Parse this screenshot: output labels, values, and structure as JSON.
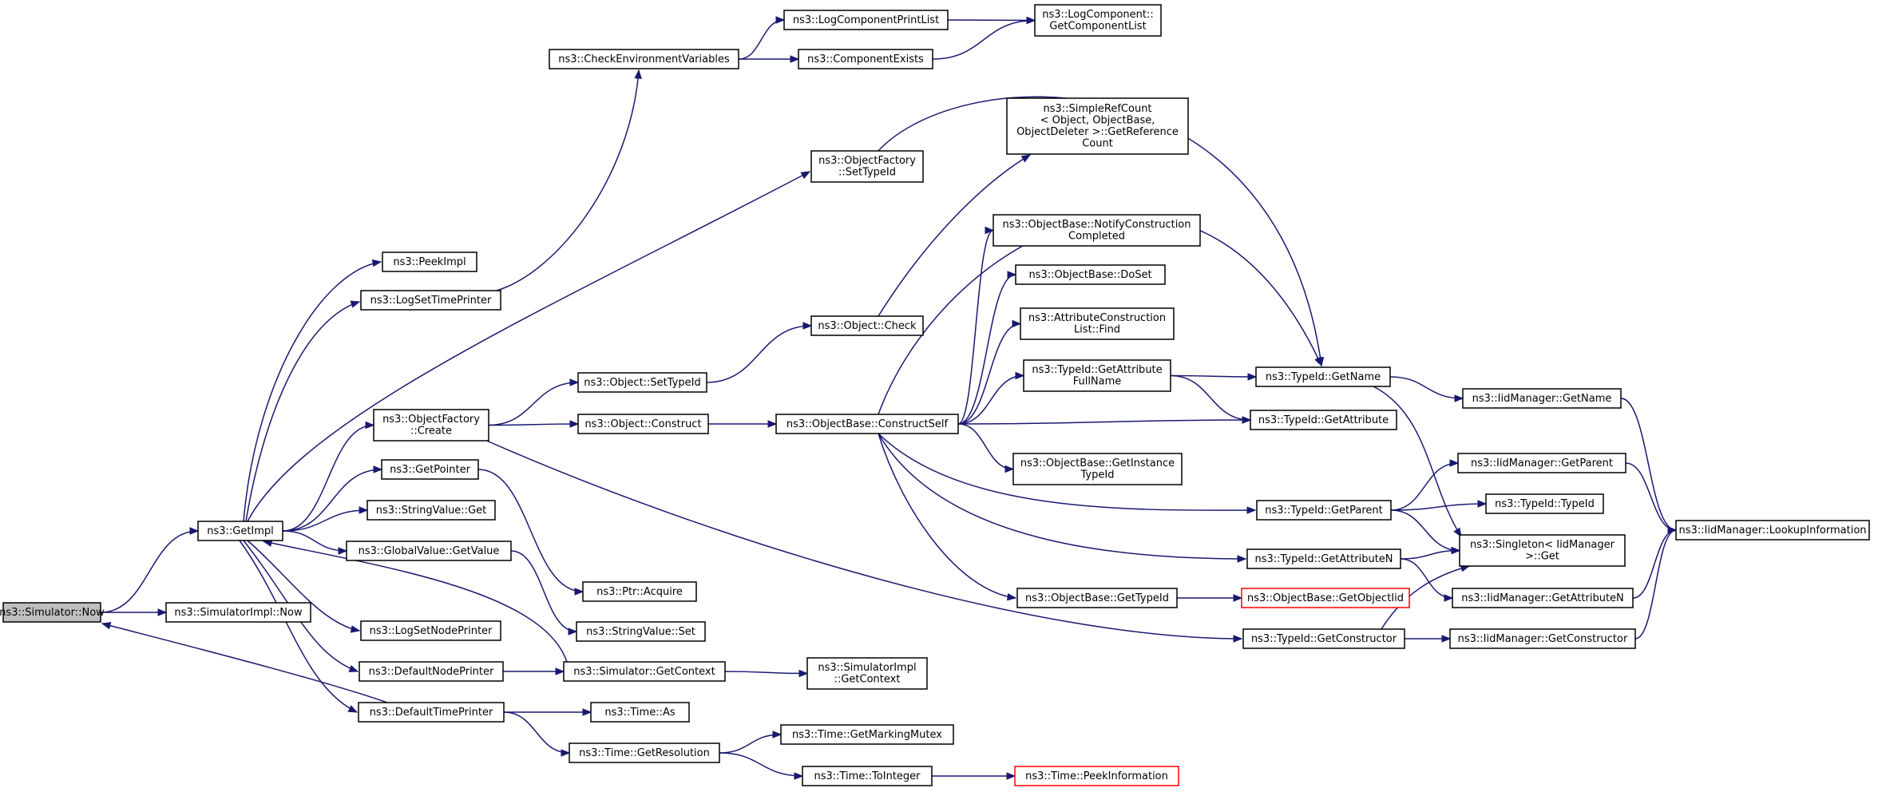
{
  "graph": {
    "nodes": [
      {
        "id": "now",
        "lines": [
          "ns3::Simulator::Now"
        ],
        "style": "highlight"
      },
      {
        "id": "getimpl",
        "lines": [
          "ns3::GetImpl"
        ]
      },
      {
        "id": "implnow",
        "lines": [
          "ns3::SimulatorImpl::Now"
        ]
      },
      {
        "id": "peekimpl",
        "lines": [
          "ns3::PeekImpl"
        ]
      },
      {
        "id": "logsettp",
        "lines": [
          "ns3::LogSetTimePrinter"
        ]
      },
      {
        "id": "checkenv",
        "lines": [
          "ns3::CheckEnvironmentVariables"
        ]
      },
      {
        "id": "logcpl",
        "lines": [
          "ns3::LogComponentPrintList"
        ]
      },
      {
        "id": "compexists",
        "lines": [
          "ns3::ComponentExists"
        ]
      },
      {
        "id": "getcomplist",
        "lines": [
          "ns3::LogComponent::",
          "GetComponentList"
        ]
      },
      {
        "id": "ofsettid",
        "lines": [
          "ns3::ObjectFactory",
          "::SetTypeId"
        ]
      },
      {
        "id": "ofcreate",
        "lines": [
          "ns3::ObjectFactory",
          "::Create"
        ]
      },
      {
        "id": "getpointer",
        "lines": [
          "ns3::GetPointer"
        ]
      },
      {
        "id": "strvalget",
        "lines": [
          "ns3::StringValue::Get"
        ]
      },
      {
        "id": "gvgetvalue",
        "lines": [
          "ns3::GlobalValue::GetValue"
        ]
      },
      {
        "id": "logsetnp",
        "lines": [
          "ns3::LogSetNodePrinter"
        ]
      },
      {
        "id": "defnp",
        "lines": [
          "ns3::DefaultNodePrinter"
        ]
      },
      {
        "id": "deftp",
        "lines": [
          "ns3::DefaultTimePrinter"
        ]
      },
      {
        "id": "objsettid",
        "lines": [
          "ns3::Object::SetTypeId"
        ]
      },
      {
        "id": "objconstruct",
        "lines": [
          "ns3::Object::Construct"
        ]
      },
      {
        "id": "ptracquire",
        "lines": [
          "ns3::Ptr::Acquire"
        ]
      },
      {
        "id": "strvalset",
        "lines": [
          "ns3::StringValue::Set"
        ]
      },
      {
        "id": "simgetctx",
        "lines": [
          "ns3::Simulator::GetContext"
        ]
      },
      {
        "id": "timeas",
        "lines": [
          "ns3::Time::As"
        ]
      },
      {
        "id": "timegetres",
        "lines": [
          "ns3::Time::GetResolution"
        ]
      },
      {
        "id": "objcheck",
        "lines": [
          "ns3::Object::Check"
        ]
      },
      {
        "id": "obconstructself",
        "lines": [
          "ns3::ObjectBase::ConstructSelf"
        ]
      },
      {
        "id": "implgetctx",
        "lines": [
          "ns3::SimulatorImpl",
          "::GetContext"
        ]
      },
      {
        "id": "timegmm",
        "lines": [
          "ns3::Time::GetMarkingMutex"
        ]
      },
      {
        "id": "timetoint",
        "lines": [
          "ns3::Time::ToInteger"
        ]
      },
      {
        "id": "simplerefcount",
        "lines": [
          "ns3::SimpleRefCount",
          "< Object, ObjectBase,",
          "ObjectDeleter >::GetReference",
          "Count"
        ]
      },
      {
        "id": "obnotify",
        "lines": [
          "ns3::ObjectBase::NotifyConstruction",
          "Completed"
        ]
      },
      {
        "id": "obdoset",
        "lines": [
          "ns3::ObjectBase::DoSet"
        ]
      },
      {
        "id": "attrfind",
        "lines": [
          "ns3::AttributeConstruction",
          "List::Find"
        ]
      },
      {
        "id": "tidgetattrfull",
        "lines": [
          "ns3::TypeId::GetAttribute",
          "FullName"
        ]
      },
      {
        "id": "obgetinst",
        "lines": [
          "ns3::ObjectBase::GetInstance",
          "TypeId"
        ]
      },
      {
        "id": "obgettid",
        "lines": [
          "ns3::ObjectBase::GetTypeId"
        ]
      },
      {
        "id": "timepeekinfo",
        "lines": [
          "ns3::Time::PeekInformation"
        ],
        "style": "missing"
      },
      {
        "id": "tidgetname",
        "lines": [
          "ns3::TypeId::GetName"
        ]
      },
      {
        "id": "tidgetattr",
        "lines": [
          "ns3::TypeId::GetAttribute"
        ]
      },
      {
        "id": "tidgetparent",
        "lines": [
          "ns3::TypeId::GetParent"
        ]
      },
      {
        "id": "tidgetattrn",
        "lines": [
          "ns3::TypeId::GetAttributeN"
        ]
      },
      {
        "id": "obgetobjectiid",
        "lines": [
          "ns3::ObjectBase::GetObjectIid"
        ],
        "style": "missing"
      },
      {
        "id": "tidgetctor",
        "lines": [
          "ns3::TypeId::GetConstructor"
        ]
      },
      {
        "id": "iidgetname",
        "lines": [
          "ns3::IidManager::GetName"
        ]
      },
      {
        "id": "iidgetparent",
        "lines": [
          "ns3::IidManager::GetParent"
        ]
      },
      {
        "id": "tidtypeid",
        "lines": [
          "ns3::TypeId::TypeId"
        ]
      },
      {
        "id": "singletonget",
        "lines": [
          "ns3::Singleton< IidManager",
          ">::Get"
        ]
      },
      {
        "id": "iidgetattrn",
        "lines": [
          "ns3::IidManager::GetAttributeN"
        ]
      },
      {
        "id": "iidgetctor",
        "lines": [
          "ns3::IidManager::GetConstructor"
        ]
      },
      {
        "id": "iidlookup",
        "lines": [
          "ns3::IidManager::LookupInformation"
        ]
      }
    ],
    "edges": [
      [
        "now",
        "getimpl"
      ],
      [
        "now",
        "implnow"
      ],
      [
        "getimpl",
        "peekimpl"
      ],
      [
        "getimpl",
        "logsettp"
      ],
      [
        "getimpl",
        "ofsettid"
      ],
      [
        "getimpl",
        "ofcreate"
      ],
      [
        "getimpl",
        "getpointer"
      ],
      [
        "getimpl",
        "strvalget"
      ],
      [
        "getimpl",
        "gvgetvalue"
      ],
      [
        "getimpl",
        "logsetnp"
      ],
      [
        "getimpl",
        "defnp"
      ],
      [
        "getimpl",
        "deftp"
      ],
      [
        "logsettp",
        "checkenv"
      ],
      [
        "checkenv",
        "logcpl"
      ],
      [
        "checkenv",
        "compexists"
      ],
      [
        "logcpl",
        "getcomplist"
      ],
      [
        "compexists",
        "getcomplist"
      ],
      [
        "ofsettid",
        "tidgetname"
      ],
      [
        "ofcreate",
        "objsettid"
      ],
      [
        "ofcreate",
        "objconstruct"
      ],
      [
        "ofcreate",
        "tidgetctor"
      ],
      [
        "getpointer",
        "ptracquire"
      ],
      [
        "gvgetvalue",
        "strvalset"
      ],
      [
        "defnp",
        "simgetctx"
      ],
      [
        "simgetctx",
        "getimpl"
      ],
      [
        "simgetctx",
        "implgetctx"
      ],
      [
        "deftp",
        "now"
      ],
      [
        "deftp",
        "timeas"
      ],
      [
        "deftp",
        "timegetres"
      ],
      [
        "objsettid",
        "objcheck"
      ],
      [
        "objcheck",
        "simplerefcount"
      ],
      [
        "objconstruct",
        "obconstructself"
      ],
      [
        "obconstructself",
        "obnotify"
      ],
      [
        "obconstructself",
        "obdoset"
      ],
      [
        "obconstructself",
        "attrfind"
      ],
      [
        "obconstructself",
        "tidgetattrfull"
      ],
      [
        "obconstructself",
        "tidgetattr"
      ],
      [
        "obconstructself",
        "obgetinst"
      ],
      [
        "obconstructself",
        "tidgetparent"
      ],
      [
        "obconstructself",
        "tidgetattrn"
      ],
      [
        "obconstructself",
        "obgettid"
      ],
      [
        "obconstructself",
        "tidgetname"
      ],
      [
        "tidgetattrfull",
        "tidgetname"
      ],
      [
        "tidgetattrfull",
        "tidgetattr"
      ],
      [
        "obgettid",
        "obgetobjectiid"
      ],
      [
        "timegetres",
        "timegmm"
      ],
      [
        "timegetres",
        "timetoint"
      ],
      [
        "timetoint",
        "timepeekinfo"
      ],
      [
        "tidgetname",
        "iidgetname"
      ],
      [
        "tidgetname",
        "singletonget"
      ],
      [
        "tidgetparent",
        "iidgetparent"
      ],
      [
        "tidgetparent",
        "tidtypeid"
      ],
      [
        "tidgetparent",
        "singletonget"
      ],
      [
        "tidgetattrn",
        "singletonget"
      ],
      [
        "tidgetattrn",
        "iidgetattrn"
      ],
      [
        "tidgetctor",
        "singletonget"
      ],
      [
        "tidgetctor",
        "iidgetctor"
      ],
      [
        "iidgetname",
        "iidlookup"
      ],
      [
        "iidgetparent",
        "iidlookup"
      ],
      [
        "iidgetattrn",
        "iidlookup"
      ],
      [
        "iidgetctor",
        "iidlookup"
      ]
    ]
  }
}
